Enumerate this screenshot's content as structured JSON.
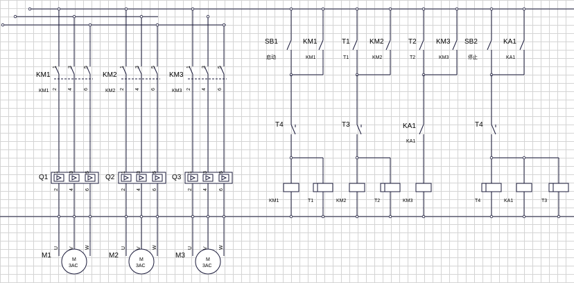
{
  "motor_circuit": {
    "contactors": [
      {
        "label": "KM1",
        "sublabel": "KM1",
        "pins_top": [
          "1",
          "3",
          "5"
        ],
        "pins_bot": [
          "2",
          "4",
          "6"
        ]
      },
      {
        "label": "KM2",
        "sublabel": "KM2",
        "pins_top": [
          "1",
          "3",
          "5"
        ],
        "pins_bot": [
          "2",
          "4",
          "6"
        ]
      },
      {
        "label": "KM3",
        "sublabel": "KM3",
        "pins_top": [
          "1",
          "3",
          "5"
        ],
        "pins_bot": [
          "2",
          "4",
          "6"
        ]
      }
    ],
    "breakers": [
      {
        "label": "Q1",
        "pins_top": [
          "1",
          "3",
          "5"
        ],
        "pins_bot": [
          "2",
          "4",
          "6"
        ]
      },
      {
        "label": "Q2",
        "pins_top": [
          "1",
          "3",
          "5"
        ],
        "pins_bot": [
          "2",
          "4",
          "6"
        ]
      },
      {
        "label": "Q3",
        "pins_top": [
          "1",
          "3",
          "5"
        ],
        "pins_bot": [
          "2",
          "4",
          "6"
        ]
      }
    ],
    "motors": [
      {
        "label": "M1",
        "line1": "M",
        "line2": "3AC",
        "terminals": [
          "U",
          "V",
          "W"
        ]
      },
      {
        "label": "M2",
        "line1": "M",
        "line2": "3AC",
        "terminals": [
          "U",
          "V",
          "W"
        ]
      },
      {
        "label": "M3",
        "line1": "M",
        "line2": "3AC",
        "terminals": [
          "U",
          "V",
          "W"
        ]
      }
    ]
  },
  "control_circuit": {
    "top_contacts": [
      {
        "label": "SB1",
        "note": "启动"
      },
      {
        "label": "KM1",
        "note": "KM1"
      },
      {
        "label": "T1",
        "note": "T1"
      },
      {
        "label": "KM2",
        "note": "KM2"
      },
      {
        "label": "T2",
        "note": "T2"
      },
      {
        "label": "KM3",
        "note": "KM3"
      },
      {
        "label": "SB2",
        "note": "停止"
      },
      {
        "label": "KA1",
        "note": "KA1"
      }
    ],
    "mid_contacts": [
      {
        "label": "T4",
        "note": ""
      },
      {
        "label": "T3",
        "note": ""
      },
      {
        "label": "KA1",
        "note": "KA1"
      },
      {
        "label": "T4",
        "note": ""
      }
    ],
    "coils": [
      "KM1",
      "T1",
      "KM2",
      "T2",
      "KM3",
      "T4",
      "KA1",
      "T3"
    ]
  }
}
